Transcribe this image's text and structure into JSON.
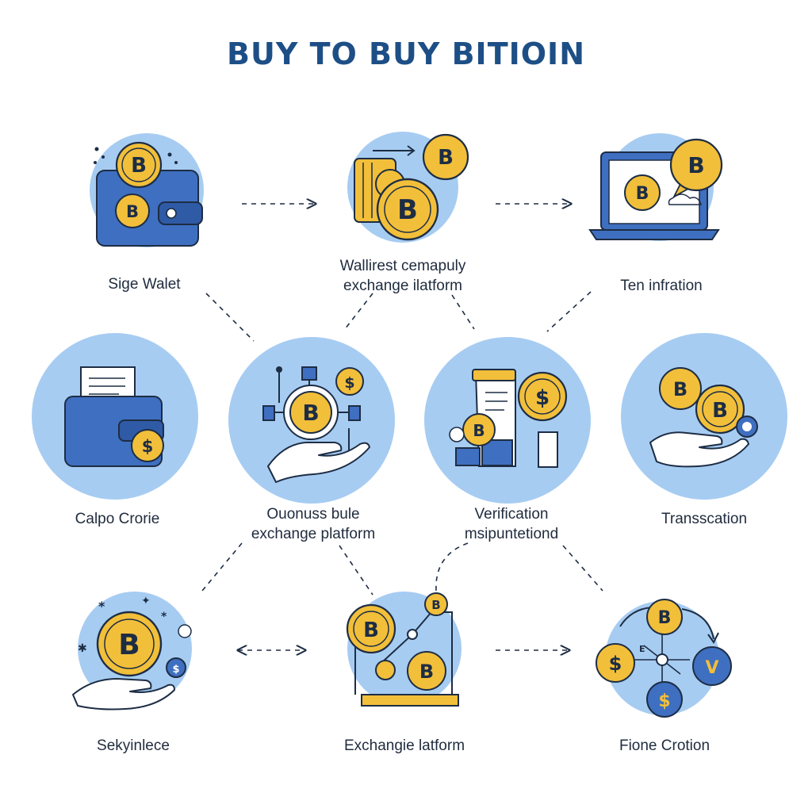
{
  "title": "BUY TO BUY BITIOIN",
  "colors": {
    "title": "#1d4f86",
    "circle": "#a7ccf2",
    "coin": "#f2bf3a",
    "coin_stroke": "#1d2d44",
    "blue_object": "#3f6fc0",
    "connector": "#1d2d44"
  },
  "nodes": [
    {
      "id": "wallet",
      "icon": "wallet-coins-icon",
      "lines": [
        "Sige Walet"
      ]
    },
    {
      "id": "exchange-top",
      "icon": "coin-stack-icon",
      "lines": [
        "Wallirest cemapuly",
        "exchange ilatform"
      ]
    },
    {
      "id": "laptop",
      "icon": "laptop-chat-icon",
      "lines": [
        "Ten infration"
      ]
    },
    {
      "id": "wallet-dollar",
      "icon": "wallet-dollar-icon",
      "lines": [
        "Calpo Crorie"
      ]
    },
    {
      "id": "hand-network",
      "icon": "hand-coin-network-icon",
      "lines": [
        "Ouonuss bule",
        "exchange platform"
      ]
    },
    {
      "id": "verification",
      "icon": "receipt-coin-icon",
      "lines": [
        "Verification",
        "msipuntetiond"
      ]
    },
    {
      "id": "transaction",
      "icon": "hand-coins-icon",
      "lines": [
        "Transscation"
      ]
    },
    {
      "id": "security",
      "icon": "hand-bitcoin-sparkle-icon",
      "lines": [
        "Sekyinlece"
      ]
    },
    {
      "id": "exchange-bottom",
      "icon": "chart-coins-icon",
      "lines": [
        "Exchangie latform"
      ]
    },
    {
      "id": "conversion",
      "icon": "currency-convert-icon",
      "lines": [
        "Fione Crotion"
      ]
    }
  ]
}
